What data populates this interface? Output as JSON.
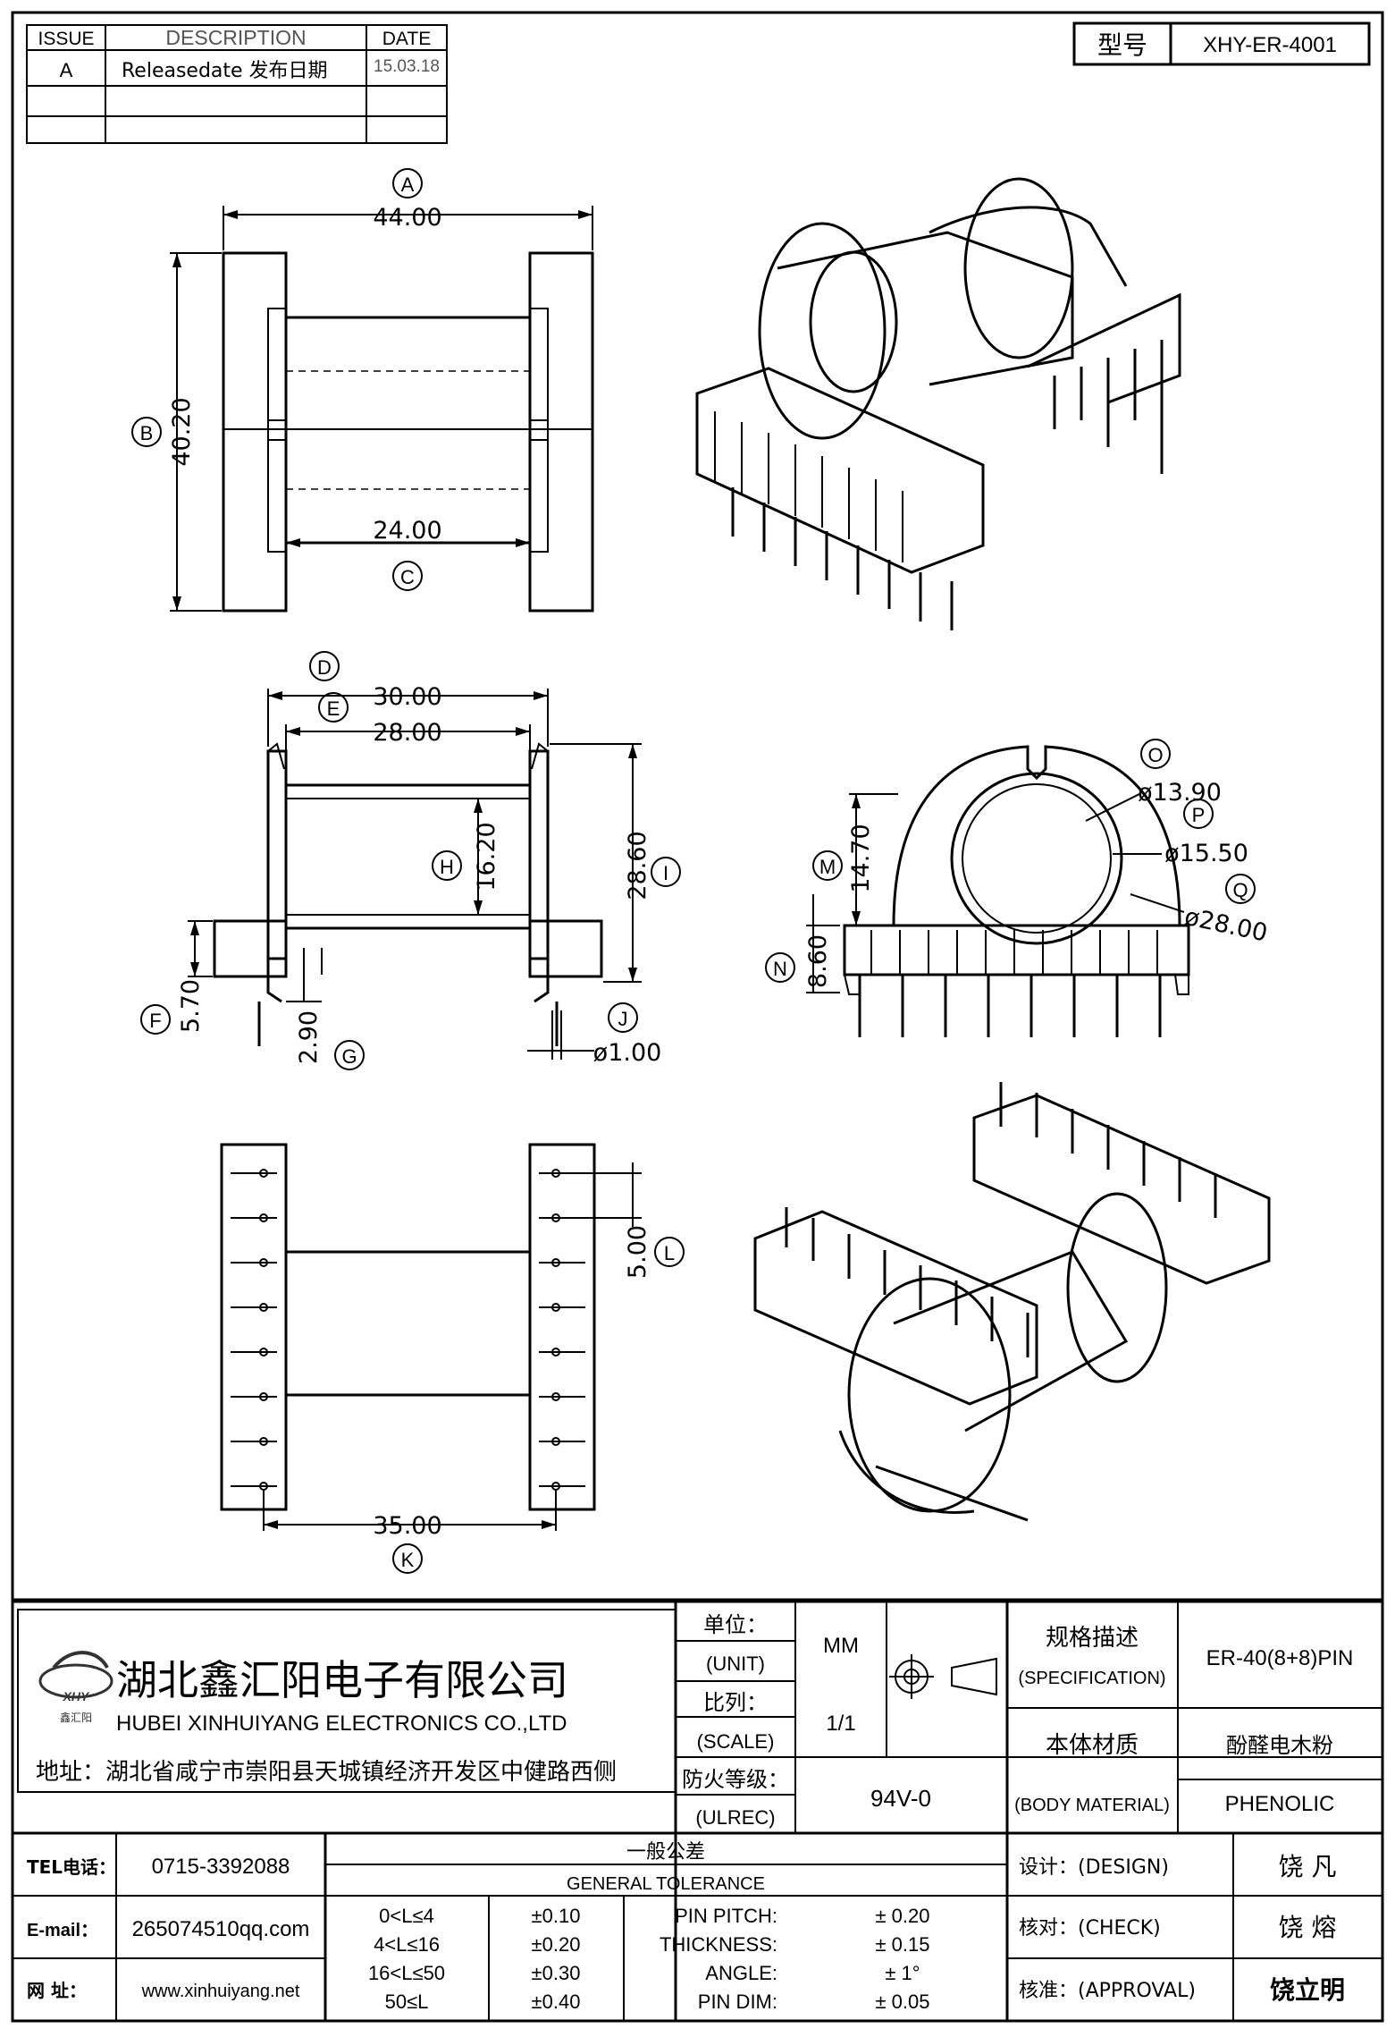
{
  "revision_table": {
    "headers": [
      "ISSUE",
      "DESCRIPTION",
      "DATE"
    ],
    "rows": [
      {
        "issue": "A",
        "description": "Releasedate 发布日期",
        "date": "15.03.18"
      },
      {
        "issue": "",
        "description": "",
        "date": ""
      },
      {
        "issue": "",
        "description": "",
        "date": ""
      }
    ]
  },
  "model_box": {
    "label": "型号",
    "value": "XHY-ER-4001"
  },
  "dimensions": {
    "A": "44.00",
    "B": "40.20",
    "C": "24.00",
    "D": "30.00",
    "E": "28.00",
    "F": "5.70",
    "G": "2.90",
    "H": "16.20",
    "I": "28.60",
    "J": "ø1.00",
    "K": "35.00",
    "L": "5.00",
    "M": "14.70",
    "N": "8.60",
    "O": "ø13.90",
    "P": "ø15.50",
    "Q": "ø28.00"
  },
  "markers": [
    "A",
    "B",
    "C",
    "D",
    "E",
    "F",
    "G",
    "H",
    "I",
    "J",
    "K",
    "L",
    "M",
    "N",
    "O",
    "P",
    "Q"
  ],
  "company": {
    "name_cn": "湖北鑫汇阳电子有限公司",
    "name_en": "HUBEI XINHUIYANG ELECTRONICS CO.,LTD",
    "address": "地址：湖北省咸宁市崇阳县天城镇经济开发区中健路西侧",
    "logo_text": "XHY",
    "logo_sub": "鑫汇阳"
  },
  "contact": {
    "tel_label": "TEL电话：",
    "tel": "0715-3392088",
    "email_label": "E-mail：",
    "email": "265074510qq.com",
    "web_label": "网  址：",
    "web": "www.xinhuiyang.net"
  },
  "title_block": {
    "unit_cn": "单位：",
    "unit_en": "(UNIT)",
    "unit_value": "MM",
    "scale_cn": "比列：",
    "scale_en": "(SCALE)",
    "scale_value": "1/1",
    "ul_cn": "防火等级：",
    "ul_en": "(ULREC)",
    "ul_value": "94V-0",
    "spec_cn": "规格描述",
    "spec_en": "(SPECIFICATION)",
    "spec_value": "ER-40(8+8)PIN",
    "material_cn": "本体材质",
    "material_en": "(BODY MATERIAL)",
    "material_cn_value": "酚醛电木粉",
    "material_en_value": "PHENOLIC",
    "design_label": "设计：(DESIGN)",
    "design_name": "饶  凡",
    "check_label": "核对：(CHECK)",
    "check_name": "饶  熔",
    "approval_label": "核准：(APPROVAL)",
    "approval_name": "饶立明"
  },
  "tolerance": {
    "title_cn": "一般公差",
    "title_en": "GENERAL TOLERANCE",
    "rows": [
      {
        "range": "0<L≤4",
        "tol": "±0.10",
        "item": "PIN PITCH:",
        "item_tol": "±  0.20"
      },
      {
        "range": "4<L≤16",
        "tol": "±0.20",
        "item": "THICKNESS:",
        "item_tol": "±  0.15"
      },
      {
        "range": "16<L≤50",
        "tol": "±0.30",
        "item": "ANGLE:",
        "item_tol": "±  1°"
      },
      {
        "range": "50≤L",
        "tol": "±0.40",
        "item": "PIN DIM:",
        "item_tol": "±  0.05"
      }
    ]
  }
}
